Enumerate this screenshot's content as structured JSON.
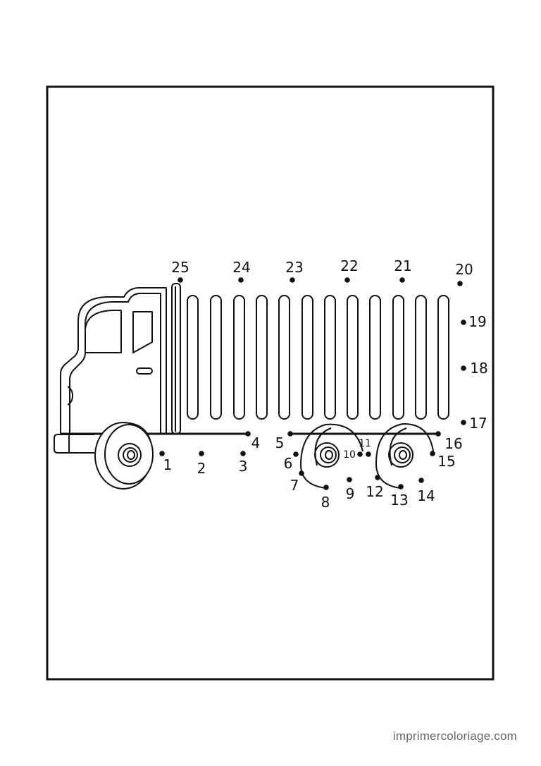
{
  "colors": {
    "ink": "#111111",
    "paper": "#ffffff",
    "watermark": "#666666"
  },
  "puzzle": {
    "type": "connect-the-dots",
    "dots": [
      {
        "n": "1"
      },
      {
        "n": "2"
      },
      {
        "n": "3"
      },
      {
        "n": "4"
      },
      {
        "n": "5"
      },
      {
        "n": "6"
      },
      {
        "n": "7"
      },
      {
        "n": "8"
      },
      {
        "n": "9"
      },
      {
        "n": "10"
      },
      {
        "n": "11"
      },
      {
        "n": "12"
      },
      {
        "n": "13"
      },
      {
        "n": "14"
      },
      {
        "n": "15"
      },
      {
        "n": "16"
      },
      {
        "n": "17"
      },
      {
        "n": "18"
      },
      {
        "n": "19"
      },
      {
        "n": "20"
      },
      {
        "n": "21"
      },
      {
        "n": "22"
      },
      {
        "n": "23"
      },
      {
        "n": "24"
      },
      {
        "n": "25"
      }
    ]
  },
  "watermark": "imprimercoloriage.com"
}
